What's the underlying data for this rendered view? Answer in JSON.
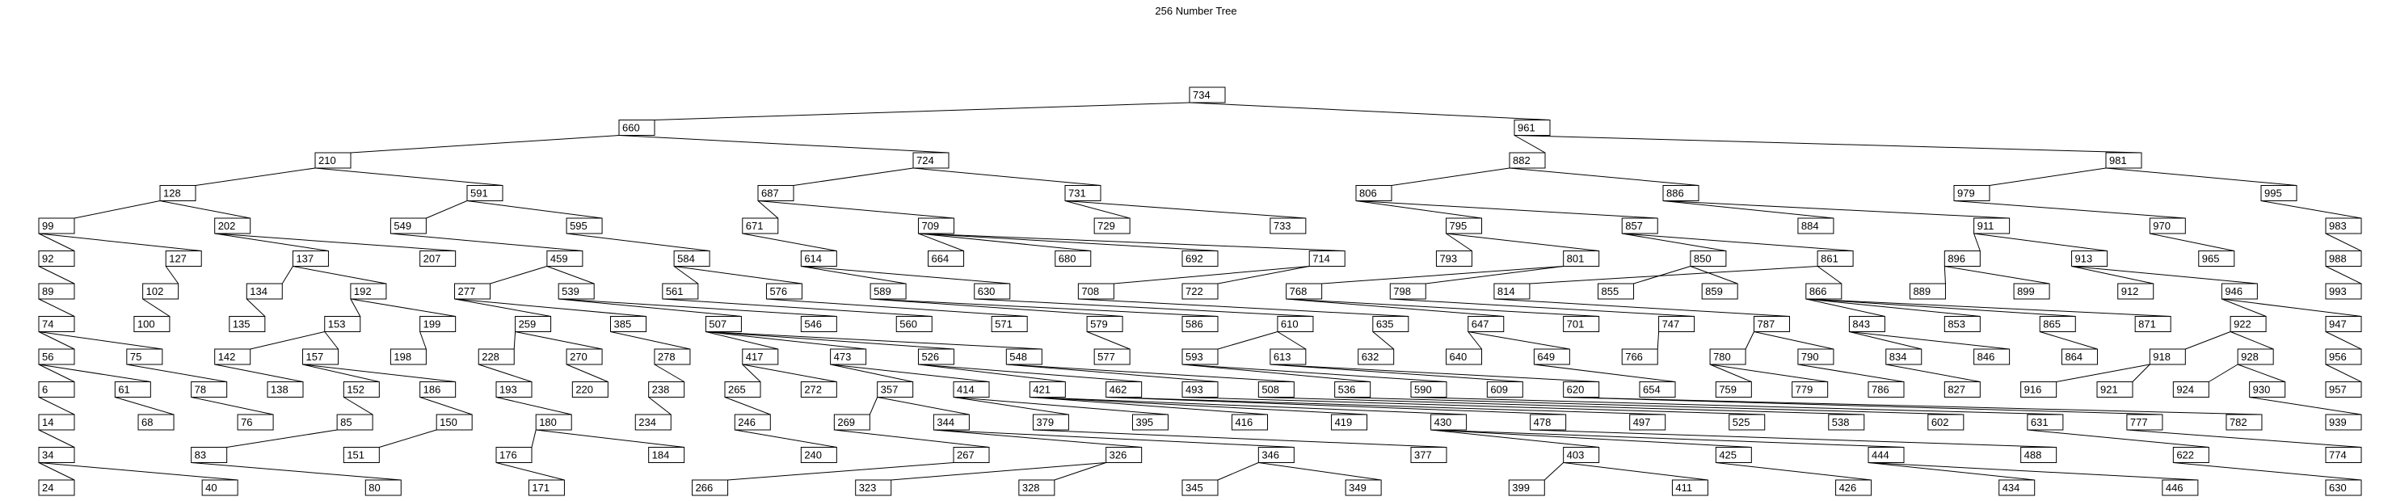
{
  "title": "256 Number Tree",
  "colors": {
    "node_fill": "#ffffff",
    "node_stroke": "#000000",
    "edge": "#000000"
  },
  "tree": {
    "levels": [
      [
        {
          "v": "734",
          "p": null
        }
      ],
      [
        {
          "v": "660",
          "p": 0
        },
        {
          "v": "961",
          "p": 0
        }
      ],
      [
        {
          "v": "210",
          "p": 0
        },
        {
          "v": "724",
          "p": 0
        },
        {
          "v": "882",
          "p": 1
        },
        {
          "v": "981",
          "p": 1
        }
      ],
      [
        {
          "v": "128",
          "p": 0
        },
        {
          "v": "591",
          "p": 0
        },
        {
          "v": "687",
          "p": 1
        },
        {
          "v": "731",
          "p": 1
        },
        {
          "v": "806",
          "p": 2
        },
        {
          "v": "886",
          "p": 2
        },
        {
          "v": "979",
          "p": 3
        },
        {
          "v": "995",
          "p": 3
        }
      ],
      [
        {
          "v": "99",
          "p": 0
        },
        {
          "v": "202",
          "p": 0
        },
        {
          "v": "549",
          "p": 1
        },
        {
          "v": "595",
          "p": 1
        },
        {
          "v": "671",
          "p": 2
        },
        {
          "v": "709",
          "p": 2
        },
        {
          "v": "729",
          "p": 3
        },
        {
          "v": "733",
          "p": 3
        },
        {
          "v": "795",
          "p": 4
        },
        {
          "v": "857",
          "p": 4
        },
        {
          "v": "884",
          "p": 5
        },
        {
          "v": "911",
          "p": 5
        },
        {
          "v": "970",
          "p": 6
        },
        {
          "v": "983",
          "p": 7
        }
      ],
      [
        {
          "v": "92",
          "p": 0
        },
        {
          "v": "127",
          "p": 0
        },
        {
          "v": "137",
          "p": 1
        },
        {
          "v": "207",
          "p": 1
        },
        {
          "v": "459",
          "p": 2
        },
        {
          "v": "584",
          "p": 3
        },
        {
          "v": "614",
          "p": 4
        },
        {
          "v": "664",
          "p": 5
        },
        {
          "v": "680",
          "p": 5
        },
        {
          "v": "692",
          "p": 5
        },
        {
          "v": "714",
          "p": 5
        },
        {
          "v": "793",
          "p": 8
        },
        {
          "v": "801",
          "p": 8
        },
        {
          "v": "850",
          "p": 9
        },
        {
          "v": "861",
          "p": 9
        },
        {
          "v": "896",
          "p": 11
        },
        {
          "v": "913",
          "p": 11
        },
        {
          "v": "965",
          "p": 12
        },
        {
          "v": "988",
          "p": 13
        }
      ],
      [
        {
          "v": "89",
          "p": 0
        },
        {
          "v": "102",
          "p": 1
        },
        {
          "v": "134",
          "p": 2
        },
        {
          "v": "192",
          "p": 2
        },
        {
          "v": "277",
          "p": 4
        },
        {
          "v": "539",
          "p": 4
        },
        {
          "v": "561",
          "p": 5
        },
        {
          "v": "576",
          "p": 5
        },
        {
          "v": "589",
          "p": 6
        },
        {
          "v": "630",
          "p": 6
        },
        {
          "v": "708",
          "p": 10
        },
        {
          "v": "722",
          "p": 10
        },
        {
          "v": "768",
          "p": 12
        },
        {
          "v": "798",
          "p": 12
        },
        {
          "v": "814",
          "p": 14
        },
        {
          "v": "855",
          "p": 13
        },
        {
          "v": "859",
          "p": 13
        },
        {
          "v": "866",
          "p": 14
        },
        {
          "v": "889",
          "p": 15
        },
        {
          "v": "899",
          "p": 15
        },
        {
          "v": "912",
          "p": 16
        },
        {
          "v": "946",
          "p": 16
        },
        {
          "v": "993",
          "p": 18
        }
      ],
      [
        {
          "v": "74",
          "p": 0
        },
        {
          "v": "100",
          "p": 1
        },
        {
          "v": "135",
          "p": 2
        },
        {
          "v": "153",
          "p": 3
        },
        {
          "v": "199",
          "p": 3
        },
        {
          "v": "259",
          "p": 4
        },
        {
          "v": "385",
          "p": 4
        },
        {
          "v": "507",
          "p": 5
        },
        {
          "v": "546",
          "p": 5
        },
        {
          "v": "560",
          "p": 6
        },
        {
          "v": "571",
          "p": 7
        },
        {
          "v": "579",
          "p": 8
        },
        {
          "v": "586",
          "p": 8
        },
        {
          "v": "610",
          "p": 9
        },
        {
          "v": "635",
          "p": 10
        },
        {
          "v": "647",
          "p": 12
        },
        {
          "v": "701",
          "p": 12
        },
        {
          "v": "747",
          "p": 13
        },
        {
          "v": "787",
          "p": 14
        },
        {
          "v": "843",
          "p": 17
        },
        {
          "v": "853",
          "p": 17
        },
        {
          "v": "865",
          "p": 17
        },
        {
          "v": "871",
          "p": 17
        },
        {
          "v": "922",
          "p": 21
        },
        {
          "v": "947",
          "p": 21
        }
      ],
      [
        {
          "v": "56",
          "p": 0
        },
        {
          "v": "75",
          "p": 0
        },
        {
          "v": "142",
          "p": 3
        },
        {
          "v": "157",
          "p": 3
        },
        {
          "v": "198",
          "p": 4
        },
        {
          "v": "228",
          "p": 5
        },
        {
          "v": "270",
          "p": 5
        },
        {
          "v": "278",
          "p": 6
        },
        {
          "v": "417",
          "p": 7
        },
        {
          "v": "473",
          "p": 7
        },
        {
          "v": "526",
          "p": 7
        },
        {
          "v": "548",
          "p": 7
        },
        {
          "v": "577",
          "p": 11
        },
        {
          "v": "593",
          "p": 13
        },
        {
          "v": "613",
          "p": 13
        },
        {
          "v": "632",
          "p": 14
        },
        {
          "v": "640",
          "p": 15
        },
        {
          "v": "649",
          "p": 15
        },
        {
          "v": "766",
          "p": 17
        },
        {
          "v": "780",
          "p": 18
        },
        {
          "v": "790",
          "p": 18
        },
        {
          "v": "834",
          "p": 19
        },
        {
          "v": "846",
          "p": 19
        },
        {
          "v": "864",
          "p": 21
        },
        {
          "v": "918",
          "p": 23
        },
        {
          "v": "928",
          "p": 23
        },
        {
          "v": "956",
          "p": 24
        }
      ],
      [
        {
          "v": "6",
          "p": 0
        },
        {
          "v": "61",
          "p": 0
        },
        {
          "v": "78",
          "p": 1
        },
        {
          "v": "138",
          "p": 2
        },
        {
          "v": "152",
          "p": 3
        },
        {
          "v": "186",
          "p": 3
        },
        {
          "v": "193",
          "p": 5
        },
        {
          "v": "220",
          "p": 6
        },
        {
          "v": "238",
          "p": 7
        },
        {
          "v": "265",
          "p": 8
        },
        {
          "v": "272",
          "p": 8
        },
        {
          "v": "357",
          "p": 9
        },
        {
          "v": "414",
          "p": 9
        },
        {
          "v": "421",
          "p": 10
        },
        {
          "v": "462",
          "p": 10
        },
        {
          "v": "493",
          "p": 11
        },
        {
          "v": "508",
          "p": 11
        },
        {
          "v": "536",
          "p": 13
        },
        {
          "v": "590",
          "p": 13
        },
        {
          "v": "609",
          "p": 14
        },
        {
          "v": "620",
          "p": 14
        },
        {
          "v": "654",
          "p": 17
        },
        {
          "v": "759",
          "p": 19
        },
        {
          "v": "779",
          "p": 19
        },
        {
          "v": "786",
          "p": 20
        },
        {
          "v": "827",
          "p": 21
        },
        {
          "v": "916",
          "p": 24
        },
        {
          "v": "921",
          "p": 24
        },
        {
          "v": "924",
          "p": 25
        },
        {
          "v": "930",
          "p": 25
        },
        {
          "v": "957",
          "p": 26
        }
      ],
      [
        {
          "v": "14",
          "p": 0
        },
        {
          "v": "68",
          "p": 1
        },
        {
          "v": "76",
          "p": 2
        },
        {
          "v": "85",
          "p": 4
        },
        {
          "v": "150",
          "p": 5
        },
        {
          "v": "180",
          "p": 6
        },
        {
          "v": "234",
          "p": 8
        },
        {
          "v": "246",
          "p": 9
        },
        {
          "v": "269",
          "p": 11
        },
        {
          "v": "344",
          "p": 11
        },
        {
          "v": "379",
          "p": 12
        },
        {
          "v": "395",
          "p": 12
        },
        {
          "v": "416",
          "p": 13
        },
        {
          "v": "419",
          "p": 13
        },
        {
          "v": "430",
          "p": 13
        },
        {
          "v": "478",
          "p": 14
        },
        {
          "v": "497",
          "p": 14
        },
        {
          "v": "525",
          "p": 15
        },
        {
          "v": "538",
          "p": 16
        },
        {
          "v": "602",
          "p": 17
        },
        {
          "v": "631",
          "p": 18
        },
        {
          "v": "777",
          "p": 20
        },
        {
          "v": "782",
          "p": 20
        },
        {
          "v": "939",
          "p": 29
        }
      ],
      [
        {
          "v": "34",
          "p": 0
        },
        {
          "v": "83",
          "p": 3
        },
        {
          "v": "151",
          "p": 4
        },
        {
          "v": "176",
          "p": 5
        },
        {
          "v": "184",
          "p": 5
        },
        {
          "v": "240",
          "p": 7
        },
        {
          "v": "267",
          "p": 8
        },
        {
          "v": "326",
          "p": 9
        },
        {
          "v": "346",
          "p": 9
        },
        {
          "v": "377",
          "p": 10
        },
        {
          "v": "403",
          "p": 14
        },
        {
          "v": "425",
          "p": 14
        },
        {
          "v": "444",
          "p": 14
        },
        {
          "v": "488",
          "p": 15
        },
        {
          "v": "622",
          "p": 20
        },
        {
          "v": "774",
          "p": 21
        }
      ],
      [
        {
          "v": "24",
          "p": 0
        },
        {
          "v": "40",
          "p": 0
        },
        {
          "v": "80",
          "p": 1
        },
        {
          "v": "171",
          "p": 3
        },
        {
          "v": "266",
          "p": 6
        },
        {
          "v": "323",
          "p": 7
        },
        {
          "v": "328",
          "p": 7
        },
        {
          "v": "345",
          "p": 8
        },
        {
          "v": "349",
          "p": 8
        },
        {
          "v": "399",
          "p": 10
        },
        {
          "v": "411",
          "p": 10
        },
        {
          "v": "426",
          "p": 11
        },
        {
          "v": "434",
          "p": 12
        },
        {
          "v": "446",
          "p": 12
        },
        {
          "v": "630",
          "p": 14
        }
      ]
    ]
  }
}
